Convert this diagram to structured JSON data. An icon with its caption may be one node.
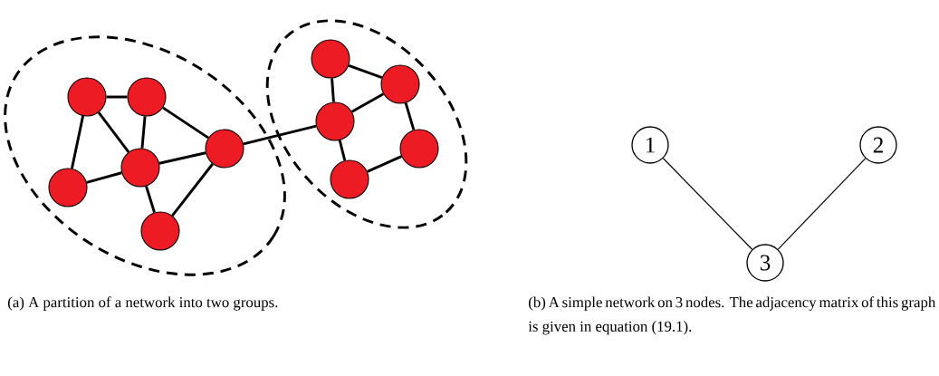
{
  "diagram": {
    "nodes": [
      {
        "text": [],
        "shape": "ellipse"
      },
      {
        "text": [],
        "shape": "circle",
        "in": 0
      },
      {
        "text": [],
        "shape": "circle",
        "in": 0
      },
      {
        "text": [],
        "shape": "circle",
        "in": 0
      },
      {
        "text": [],
        "shape": "circle",
        "in": 0
      },
      {
        "text": [],
        "shape": "circle",
        "in": 0
      },
      {
        "text": [],
        "shape": "circle",
        "in": 0
      },
      {
        "text": [],
        "shape": "ellipse"
      },
      {
        "text": [],
        "shape": "circle",
        "in": 7
      },
      {
        "text": [],
        "shape": "circle",
        "in": 7
      },
      {
        "text": [],
        "shape": "circle",
        "in": 7
      },
      {
        "text": [],
        "shape": "circle",
        "in": 7
      },
      {
        "text": [],
        "shape": "circle",
        "in": 7
      },
      {
        "text": [
          "1"
        ]
      },
      {
        "text": [
          "2"
        ]
      },
      {
        "text": [
          "3"
        ]
      }
    ],
    "edges": [
      {
        "from": 1,
        "to": 2,
        "arrow": "none"
      },
      {
        "from": 1,
        "to": 5,
        "arrow": "none"
      },
      {
        "from": 1,
        "to": 4,
        "arrow": "none"
      },
      {
        "from": 2,
        "to": 4,
        "arrow": "none"
      },
      {
        "from": 2,
        "to": 3,
        "arrow": "none"
      },
      {
        "from": 4,
        "to": 3,
        "arrow": "none"
      },
      {
        "from": 4,
        "to": 5,
        "arrow": "none"
      },
      {
        "from": 4,
        "to": 6,
        "arrow": "none"
      },
      {
        "from": 6,
        "to": 3,
        "arrow": "none"
      },
      {
        "from": 3,
        "to": 10,
        "arrow": "none"
      },
      {
        "from": 8,
        "to": 10,
        "arrow": "none"
      },
      {
        "from": 8,
        "to": 9,
        "arrow": "none"
      },
      {
        "from": 9,
        "to": 10,
        "arrow": "none"
      },
      {
        "from": 9,
        "to": 11,
        "arrow": "none"
      },
      {
        "from": 10,
        "to": 12,
        "arrow": "none"
      },
      {
        "from": 12,
        "to": 11,
        "arrow": "none"
      },
      {
        "from": 13,
        "to": 15,
        "arrow": "none"
      },
      {
        "from": 14,
        "to": 15,
        "arrow": "none"
      }
    ],
    "labels": [
      "(a) A partition of a network into two groups.",
      "(b) A simple network on 3 nodes. The adjacency matrix of this graph is given in equation (19.1)."
    ]
  }
}
